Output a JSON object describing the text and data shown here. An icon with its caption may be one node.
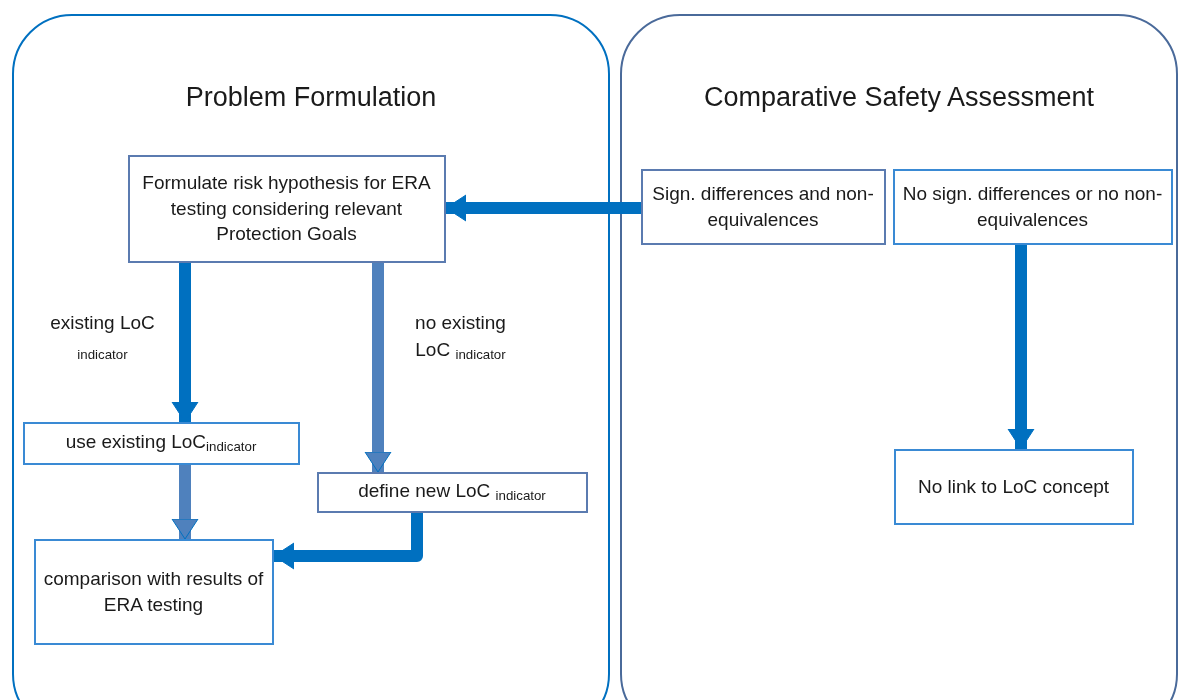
{
  "diagram": {
    "nodes": [
      {
        "text": [
          "Problem Formulation"
        ]
      },
      {
        "text": [
          "Formulate risk hypothesis for ERA testing considering relevant Protection Goals"
        ],
        "in": 0
      },
      {
        "text": [
          "use existing LoC$_{indicator}$"
        ],
        "in": 0
      },
      {
        "text": [
          "define new LoC $_{indicator}$"
        ],
        "in": 0
      },
      {
        "text": [
          "comparison with results of ERA testing"
        ],
        "in": 0
      },
      {
        "text": [
          "Comparative Safety Assessment"
        ]
      },
      {
        "text": [
          "Sign. differences and non-equivalences"
        ],
        "in": 5
      },
      {
        "text": [
          "No sign. differences or no non-equivalences"
        ],
        "in": 5
      },
      {
        "text": [
          "No link to LoC concept"
        ],
        "in": 5
      }
    ],
    "edges": [
      {
        "from": 6,
        "to": 1,
        "arrow": "to"
      },
      {
        "from": 1,
        "to": 2,
        "arrow": "to",
        "label": "existing LoC $_{indicator}$"
      },
      {
        "from": 1,
        "to": 3,
        "arrow": "to",
        "label": "no existing LoC $_{indicator}$",
        "color": "#4f81bd"
      },
      {
        "from": 2,
        "to": 4,
        "arrow": "to",
        "color": "#4f81bd"
      },
      {
        "from": 3,
        "to": 4,
        "arrow": "to"
      },
      {
        "from": 7,
        "to": 8,
        "arrow": "to"
      }
    ]
  }
}
